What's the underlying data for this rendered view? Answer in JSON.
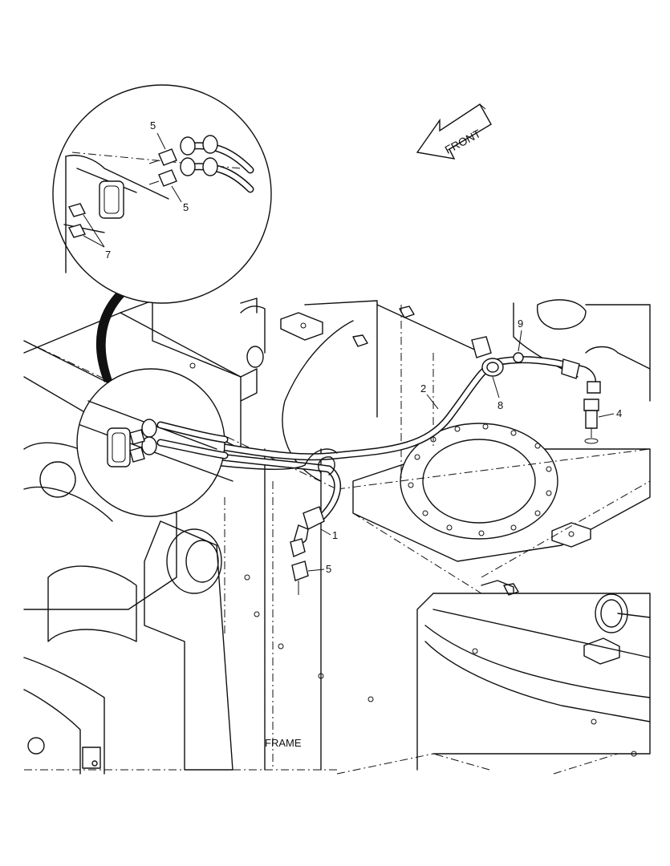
{
  "arrow": {
    "label": "FRONT"
  },
  "callouts": {
    "c1": "1",
    "c2": "2",
    "c4": "4",
    "c5_main": "5",
    "c5_detail_top": "5",
    "c5_detail_bottom": "5",
    "c7": "7",
    "c8": "8",
    "c9": "9"
  },
  "caption": {
    "frame": "FRAME"
  },
  "colors": {
    "line": "#111111",
    "background": "#ffffff"
  }
}
